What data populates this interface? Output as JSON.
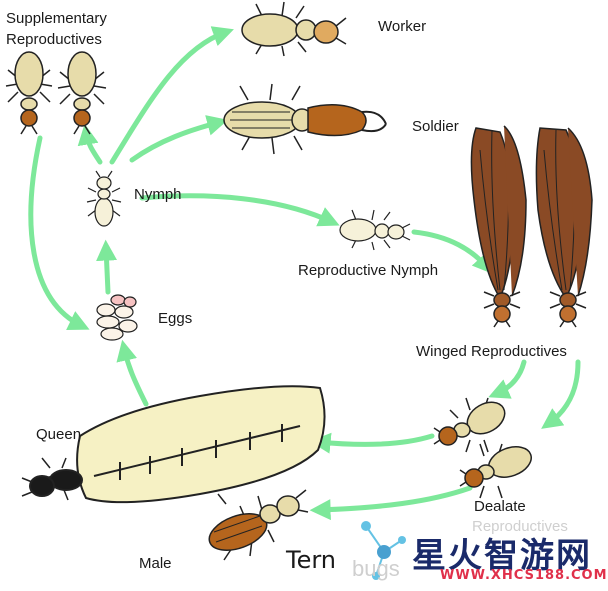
{
  "labels": {
    "supplementary_line1": "Supplementary",
    "supplementary_line2": "Reproductives",
    "worker": "Worker",
    "soldier": "Soldier",
    "nymph": "Nymph",
    "reproductive_nymph": "Reproductive Nymph",
    "eggs": "Eggs",
    "winged_reproductives": "Winged Reproductives",
    "queen": "Queen",
    "dealate_line1": "Dealate",
    "dealate_line2": "Reproductives",
    "male": "Male",
    "title_fragment": "Tern"
  },
  "watermark": {
    "main_text": "星火智游网",
    "sub_text": "WWW.XHCS188.COM",
    "faded_text": "bugs"
  },
  "colors": {
    "arrow": "#7de89a",
    "body_pale": "#e7dcaa",
    "head_brown": "#b5651d",
    "wing_brown": "#8a4a25",
    "queen_abdomen": "#f6f1c4",
    "outline": "#222222"
  }
}
